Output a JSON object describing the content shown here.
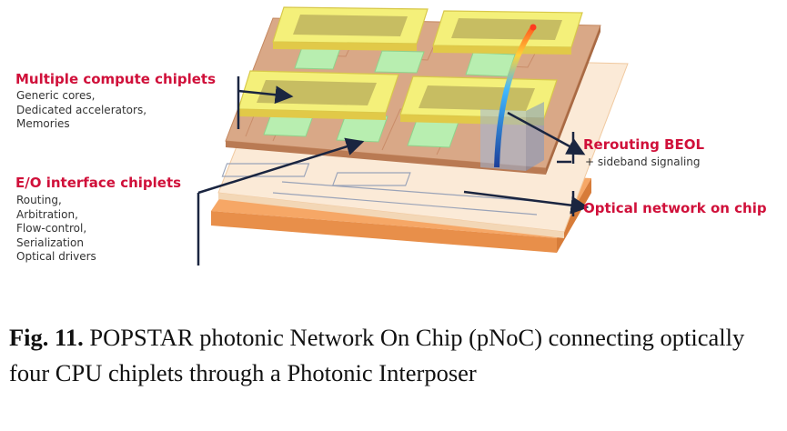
{
  "labels": {
    "compute": {
      "title": "Multiple compute chiplets",
      "lines": [
        "Generic cores,",
        "Dedicated accelerators,",
        "Memories"
      ]
    },
    "eo": {
      "title": "E/O interface chiplets",
      "lines": [
        "Routing,",
        "Arbitration,",
        "Flow-control,",
        "Serialization",
        "Optical drivers"
      ]
    },
    "rerouting": {
      "title": "Rerouting BEOL",
      "sub": "+ sideband signaling"
    },
    "optical": {
      "title": "Optical network on chip"
    }
  },
  "caption": {
    "fig": "Fig. 11.",
    "text": "POPSTAR  photonic Network On Chip (pNoC) connecting optically four CPU chiplets through a Photonic Interposer"
  },
  "colors": {
    "accent_label": "#d0103a",
    "pointer_line": "#1a2540",
    "chiplet_yellow": "#f4f07a",
    "eo_green": "#b8eeb0",
    "substrate_orange": "#f3b27a"
  }
}
